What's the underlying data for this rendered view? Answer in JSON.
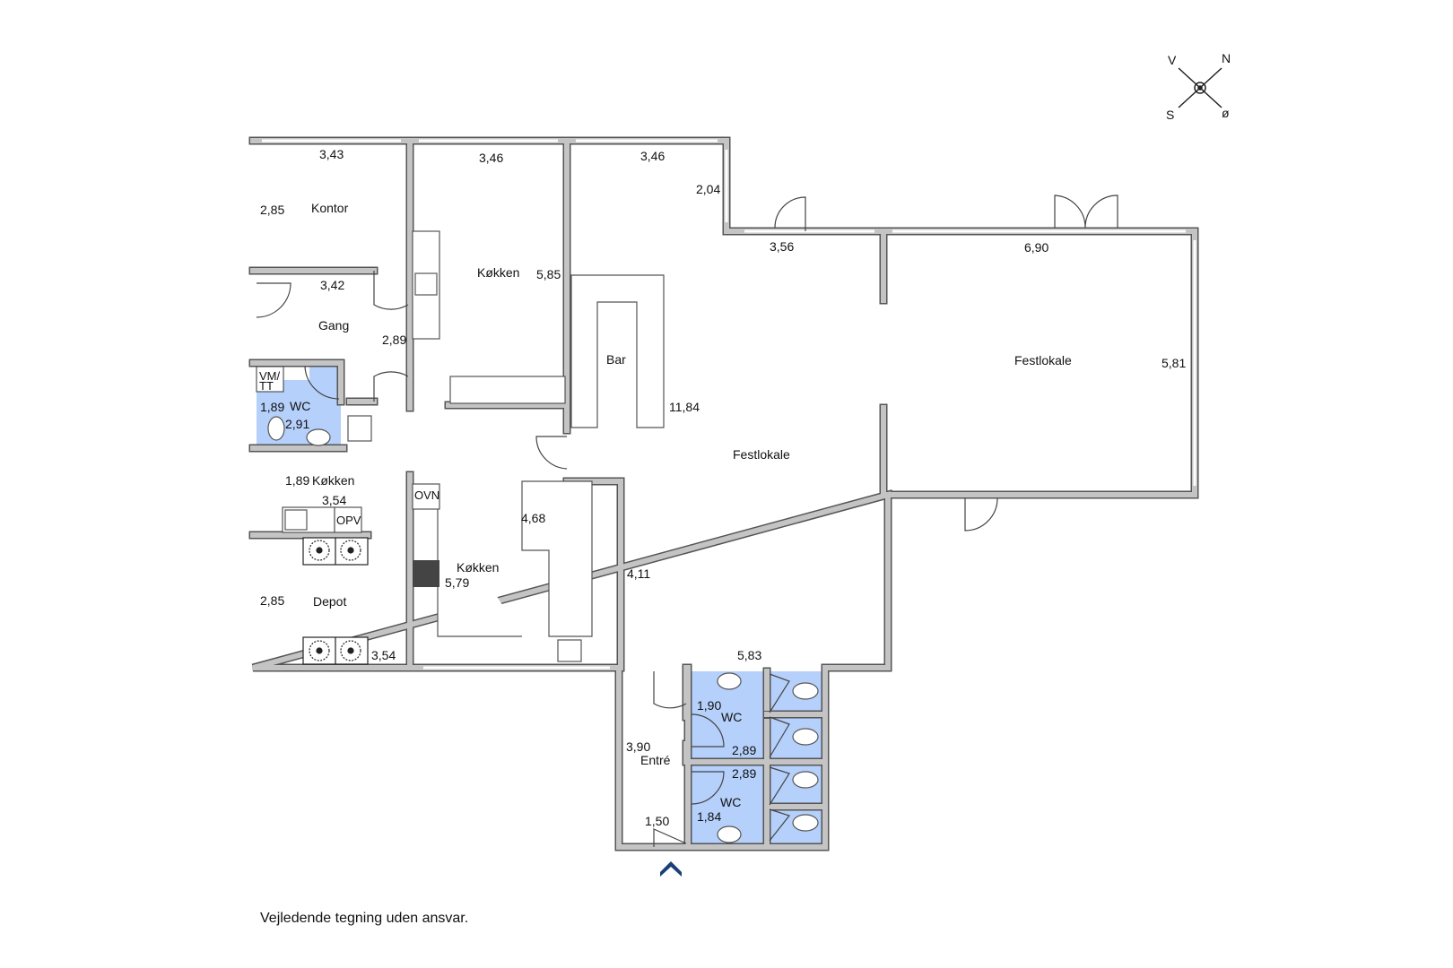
{
  "compass": {
    "north": "N",
    "west": "V",
    "south": "S",
    "east": "ø"
  },
  "rooms": {
    "kontor": {
      "name": "Kontor",
      "w": "3,43",
      "h": "2,85"
    },
    "gang": {
      "name": "Gang",
      "w": "3,42",
      "h": "2,89"
    },
    "wc_small": {
      "name": "WC",
      "w": "1,89",
      "h": "2,91",
      "vmtt": "VM/\nTT"
    },
    "kokken_top": {
      "name": "Køkken",
      "w": "3,46",
      "h": "5,85"
    },
    "kokken_small": {
      "name": "Køkken",
      "w": "1,89",
      "h": "3,54",
      "opv": "OPV"
    },
    "depot": {
      "name": "Depot",
      "w": "3,54",
      "h": "2,85"
    },
    "kokken_main": {
      "name": "Køkken",
      "w": "5,79",
      "h": "4,68",
      "ovn": "OVN"
    },
    "bar": {
      "name": "Bar"
    },
    "festlokale_main": {
      "name": "Festlokale",
      "top": "3,46",
      "side": "2,04",
      "w": "3,56",
      "h": "11,84",
      "left": "4,11",
      "bottom": "5,83"
    },
    "festlokale_east": {
      "name": "Festlokale",
      "w": "6,90",
      "h": "5,81"
    },
    "entre": {
      "name": "Entré",
      "h": "3,90",
      "door": "1,50"
    },
    "wc_upper": {
      "name": "WC",
      "h": "1,90",
      "w": "2,89"
    },
    "wc_lower": {
      "name": "WC",
      "h": "1,84",
      "w": "2,89"
    }
  },
  "disclaimer": "Vejledende tegning uden ansvar.",
  "colors": {
    "wet_room": "#b5d0fb",
    "wall": "#c4c4c4",
    "wall_outline": "#555555"
  }
}
